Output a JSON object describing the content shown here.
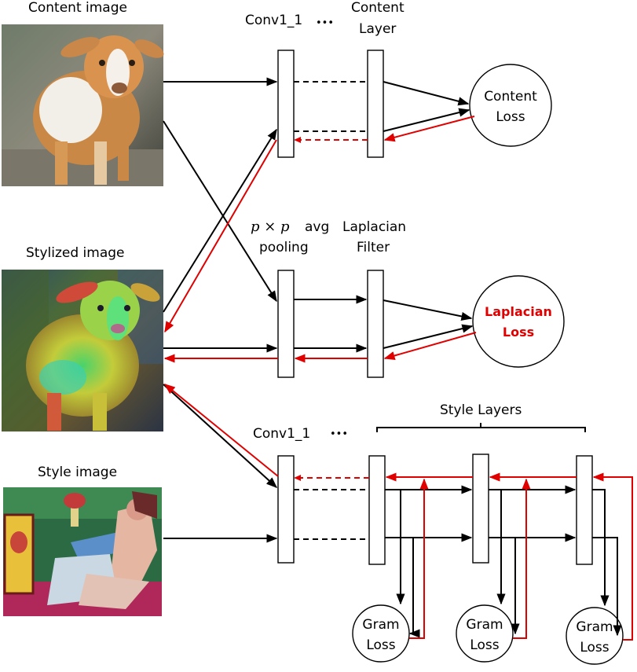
{
  "labels": {
    "content_image": "Content image",
    "stylized_image": "Stylized image",
    "style_image": "Style image",
    "conv_top": "Conv1_1",
    "conv_bottom": "Conv1_1",
    "dots": "•••",
    "content_layer_1": "Content",
    "content_layer_2": "Layer",
    "pool_math": "p × p",
    "pool_avg": "avg",
    "pool_2": "pooling",
    "lap_filter_1": "Laplacian",
    "lap_filter_2": "Filter",
    "style_layers": "Style Layers"
  },
  "nodes": {
    "content_loss": [
      "Content",
      "Loss"
    ],
    "laplacian_loss": [
      "Laplacian",
      "Loss"
    ],
    "gram_loss": [
      "Gram",
      "Loss"
    ]
  },
  "colors": {
    "forward": "#000000",
    "backward": "#e00000"
  }
}
